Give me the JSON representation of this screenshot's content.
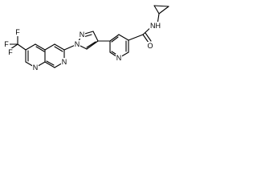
{
  "molecule": {
    "atom_labels": {
      "f_top": "F",
      "f_left": "F",
      "f_bottom": "F",
      "n_naph_lower": "N",
      "n_naph_right": "N",
      "n_pyrazole_1": "N",
      "n_pyrazole_2": "N",
      "n_pyridine": "N",
      "amide_nh": "NH",
      "amide_o": "O"
    },
    "colors": {
      "bond": "#000000",
      "label": "#000000",
      "background": "#ffffff"
    }
  }
}
